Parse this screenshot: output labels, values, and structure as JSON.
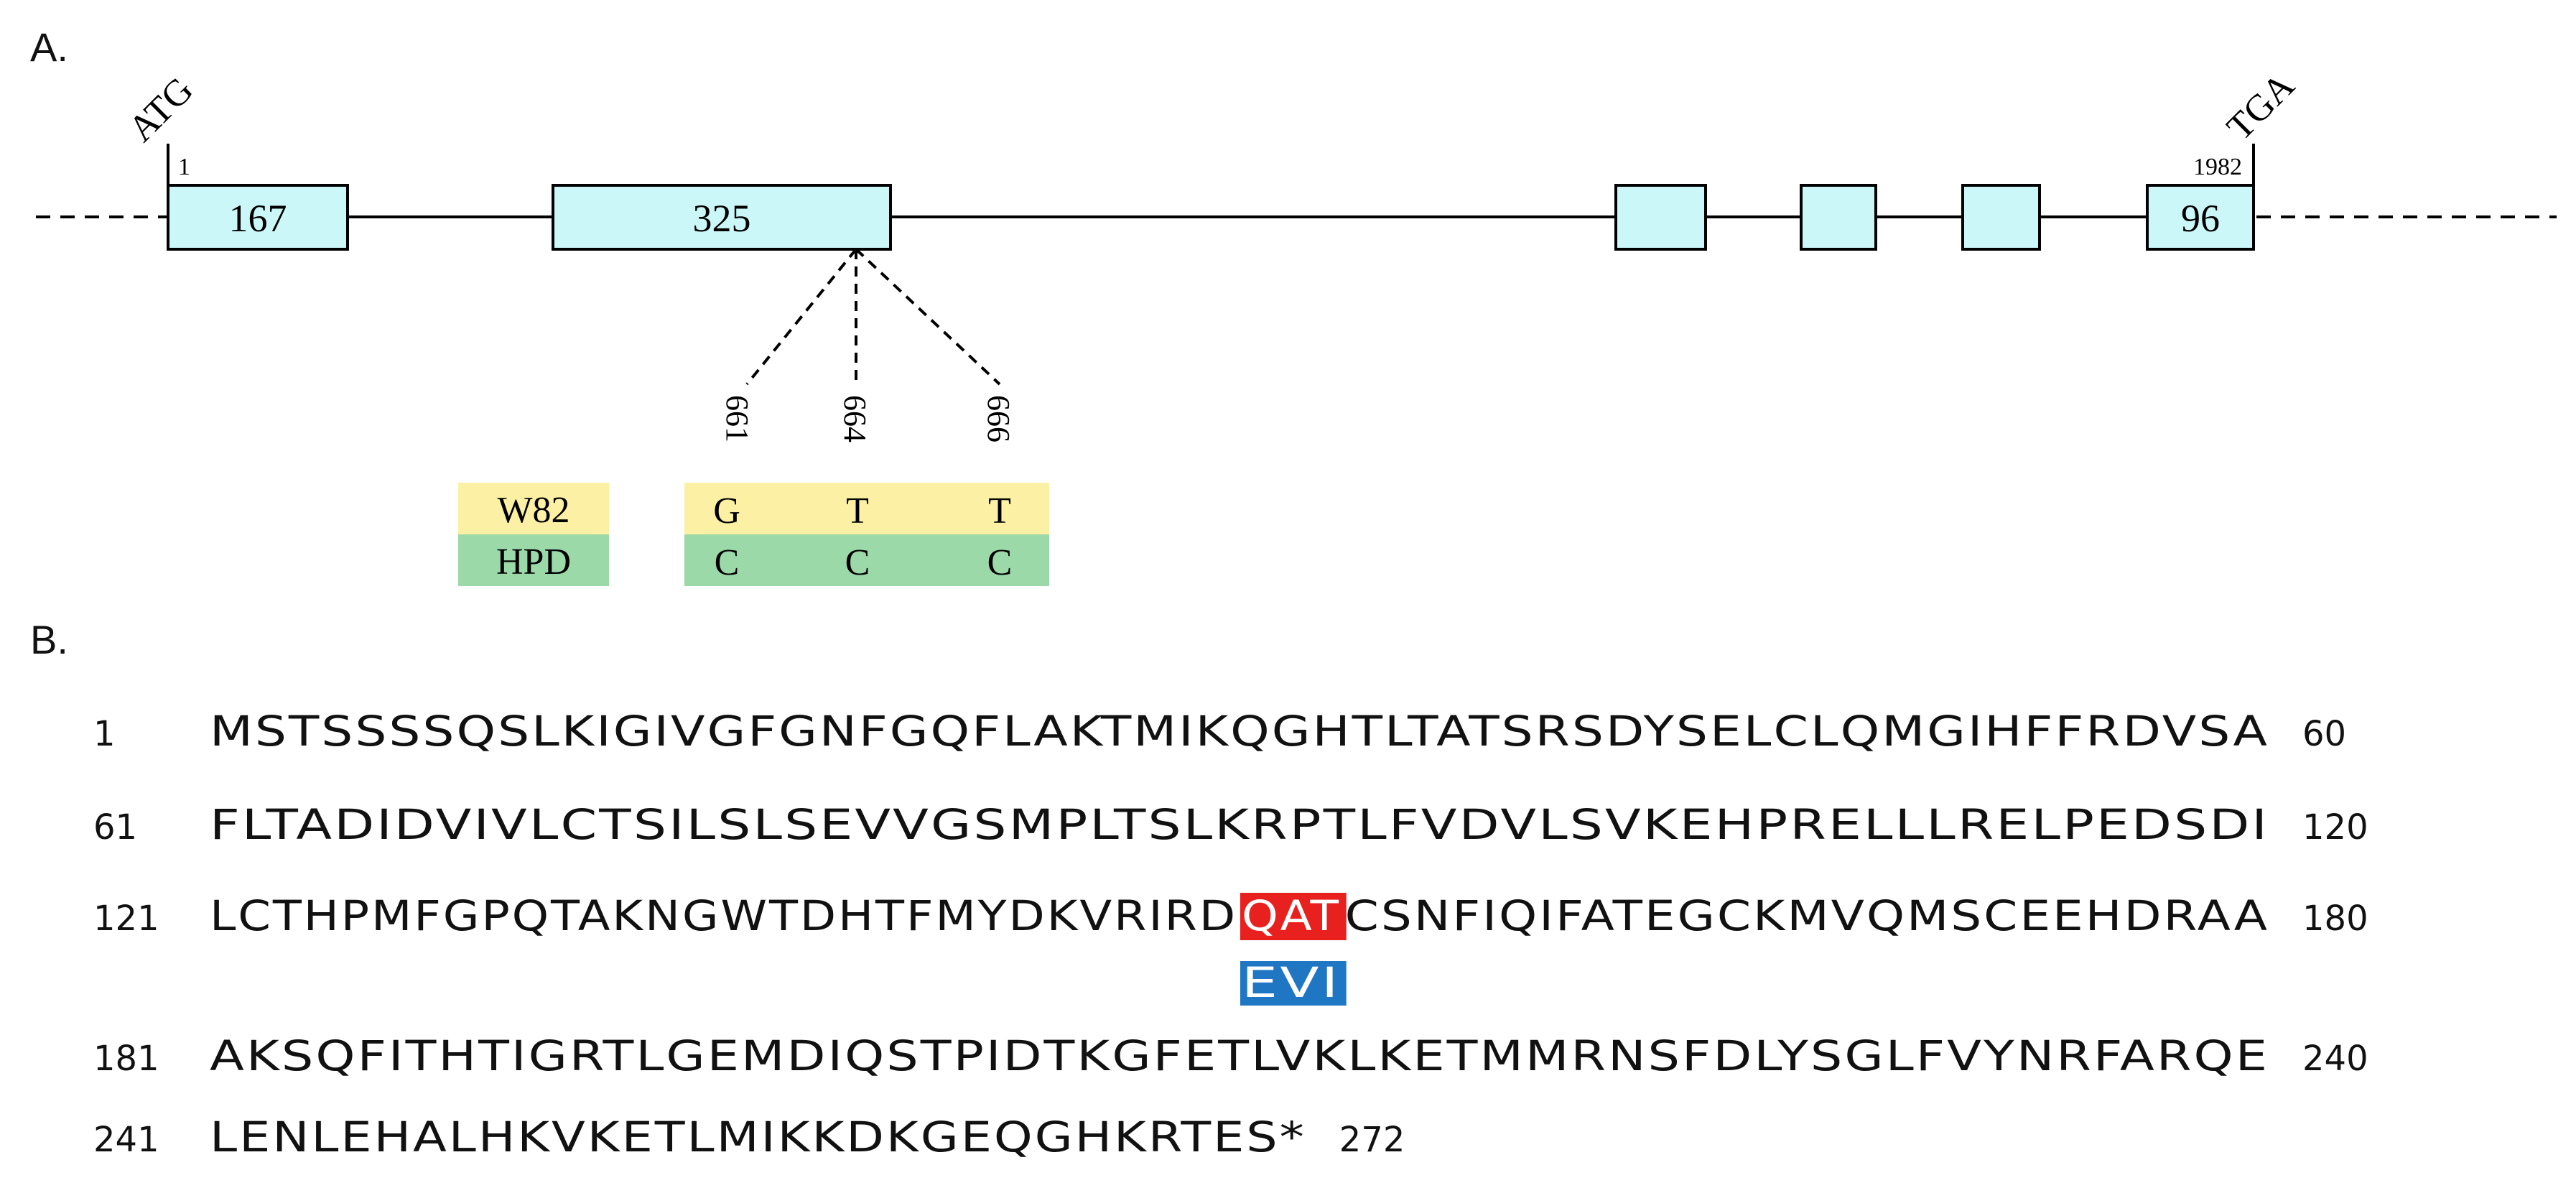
{
  "panel_a": {
    "label": "A.",
    "start_codon": "ATG",
    "stop_codon": "TGA",
    "start_position": "1",
    "end_position": "1982",
    "exons": [
      {
        "label": "167"
      },
      {
        "label": "325"
      },
      {
        "label": ""
      },
      {
        "label": ""
      },
      {
        "label": ""
      },
      {
        "label": "96"
      }
    ],
    "snp_positions": [
      "661",
      "664",
      "666"
    ],
    "varieties": [
      {
        "name": "W82",
        "alleles": [
          "G",
          "T",
          "T"
        ],
        "color": "#fbf0a3"
      },
      {
        "name": "HPD",
        "alleles": [
          "C",
          "C",
          "C"
        ],
        "color": "#9bd9a9"
      }
    ],
    "colors": {
      "exon_fill": "#ccf7f9",
      "line": "#000000"
    }
  },
  "panel_b": {
    "label": "B.",
    "rows": [
      {
        "start": "1",
        "end": "60",
        "segments": [
          {
            "text": "MSTSSSSQSLKIGIVGFGNFGQFLAKTMIKQGHTLTATSRSDYSELCLQMGIHFFRDVSA",
            "highlight": false
          }
        ]
      },
      {
        "start": "61",
        "end": "120",
        "segments": [
          {
            "text": "FLTADIDVIVLCTSILSLSEVVGSMPLTSLKRPTLFVDVLSVKEHPRELLLRELPEDSDI",
            "highlight": false
          }
        ]
      },
      {
        "start": "121",
        "end": "180",
        "segments": [
          {
            "text": "LCTHPMFGPQTAKNGWTDHTFMYDKVRIRD",
            "highlight": false
          },
          {
            "text": "QAT",
            "highlight": true
          },
          {
            "text": "CSNFIQIFATEGCKMVQMSCEEHDRAA",
            "highlight": false
          }
        ]
      },
      {
        "start": "181",
        "end": "240",
        "segments": [
          {
            "text": "AKSQFITHTIGRTLGEMDIQSTPIDTKGFETLVKLKETMMRNSFDLYSGLFVYNRFARQE",
            "highlight": false
          }
        ]
      },
      {
        "start": "241",
        "end": "272",
        "segments": [
          {
            "text": "LENLEHALHKVKETLMIKKDKGEQGHKRTES*",
            "highlight": false
          }
        ]
      }
    ],
    "substitution": {
      "reference": "QAT",
      "variant": "EVI",
      "reference_color": "#e8201e",
      "variant_color": "#1f77c4"
    }
  }
}
